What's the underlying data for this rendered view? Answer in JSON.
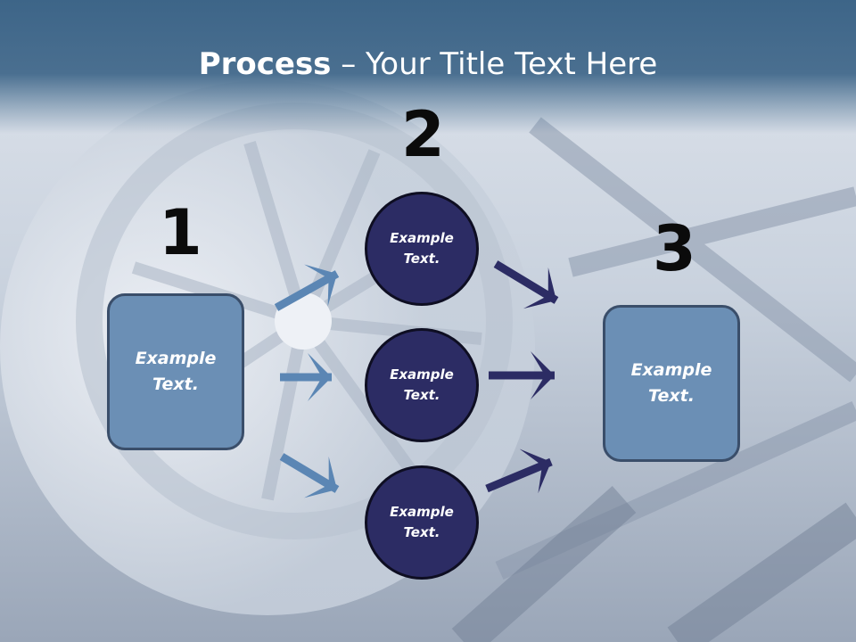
{
  "title": {
    "bold": "Process",
    "rest": " – Your Title Text Here"
  },
  "steps": [
    {
      "number": "1",
      "text": "Example Text."
    },
    {
      "number": "2",
      "items": [
        "Example Text.",
        "Example Text.",
        "Example Text."
      ]
    },
    {
      "number": "3",
      "text": "Example Text."
    }
  ],
  "colors": {
    "title_band": "#3d6588",
    "box_fill": "#6b8fb5",
    "circle_fill": "#2c2c64",
    "arrow_light": "#5b86b4",
    "arrow_dark": "#2c2c64"
  }
}
